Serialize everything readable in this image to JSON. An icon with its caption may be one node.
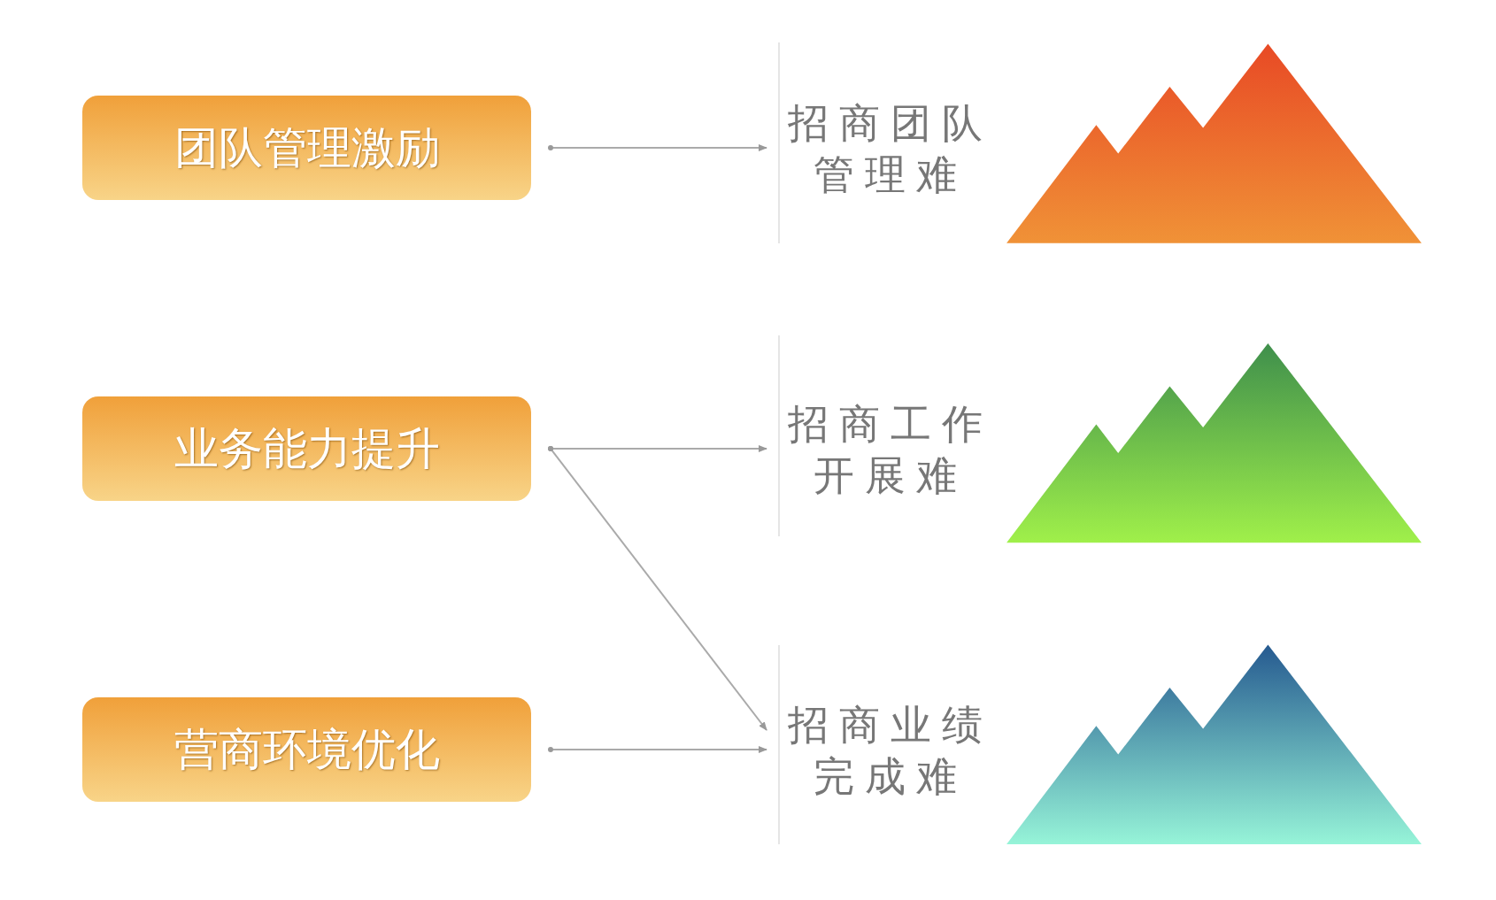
{
  "diagram": {
    "nodes": [
      {
        "text": [
          "团队管理激励"
        ]
      },
      {
        "text": [
          "业务能力提升"
        ]
      },
      {
        "text": [
          "营商环境优化"
        ]
      },
      {
        "text": [
          "招商团队管理难"
        ]
      },
      {
        "text": [
          "招商工作开展难"
        ]
      },
      {
        "text": [
          "招商业绩完成难"
        ]
      }
    ],
    "edges": [
      {
        "from": 0,
        "to": 3,
        "arrow": "to"
      },
      {
        "from": 1,
        "to": 4,
        "arrow": "to"
      },
      {
        "from": 1,
        "to": 5,
        "arrow": "to"
      },
      {
        "from": 2,
        "to": 5,
        "arrow": "to"
      }
    ]
  }
}
